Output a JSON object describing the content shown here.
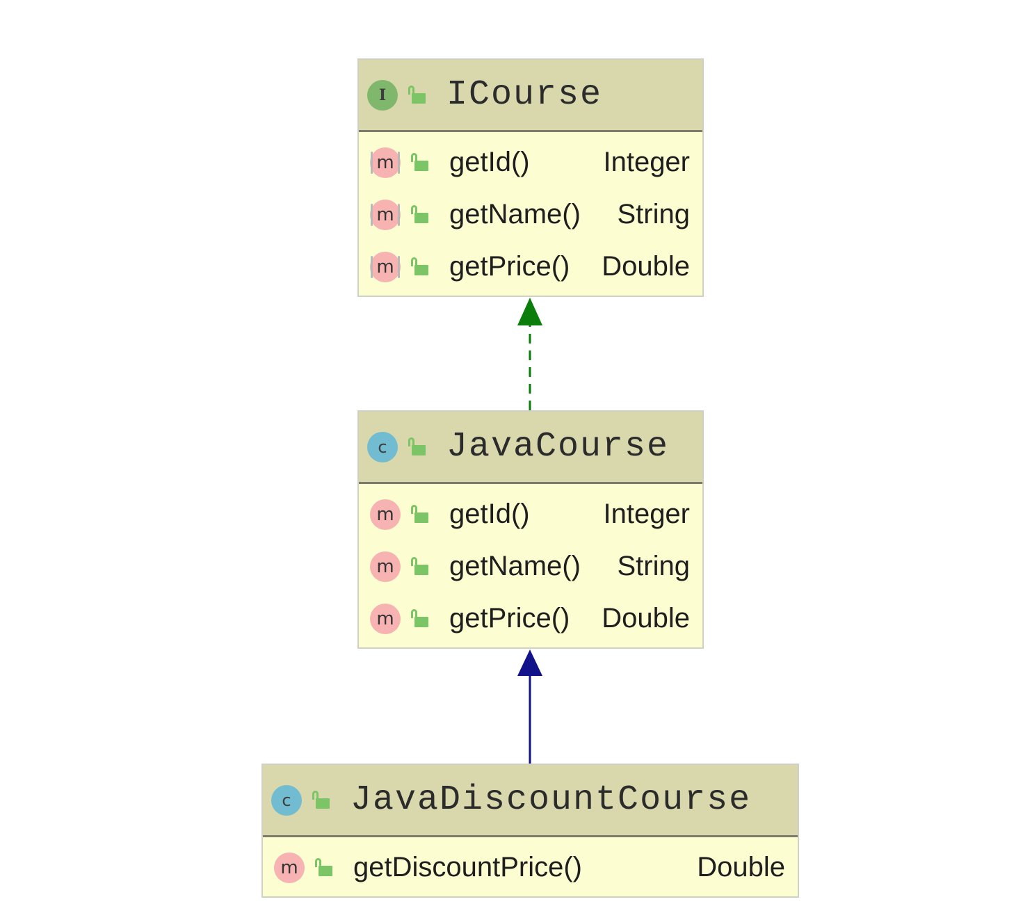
{
  "diagram": {
    "nodes": [
      {
        "id": "icourse",
        "kind": "interface",
        "kind_letter": "I",
        "name": "ICourse",
        "members": [
          {
            "name": "getId()",
            "type": "Integer",
            "abstract": true
          },
          {
            "name": "getName()",
            "type": "String",
            "abstract": true
          },
          {
            "name": "getPrice()",
            "type": "Double",
            "abstract": true
          }
        ]
      },
      {
        "id": "javacourse",
        "kind": "class",
        "kind_letter": "c",
        "name": "JavaCourse",
        "members": [
          {
            "name": "getId()",
            "type": "Integer",
            "abstract": false
          },
          {
            "name": "getName()",
            "type": "String",
            "abstract": false
          },
          {
            "name": "getPrice()",
            "type": "Double",
            "abstract": false
          }
        ]
      },
      {
        "id": "javadiscountcourse",
        "kind": "class",
        "kind_letter": "c",
        "name": "JavaDiscountCourse",
        "members": [
          {
            "name": "getDiscountPrice()",
            "type": "Double",
            "abstract": false
          }
        ]
      }
    ],
    "edges": [
      {
        "from": "javacourse",
        "to": "icourse",
        "relation": "implements",
        "style": "dashed",
        "color": "#0a7d0a"
      },
      {
        "from": "javadiscountcourse",
        "to": "javacourse",
        "relation": "extends",
        "style": "solid",
        "color": "#12128a"
      }
    ],
    "member_icon_letter": "m"
  }
}
